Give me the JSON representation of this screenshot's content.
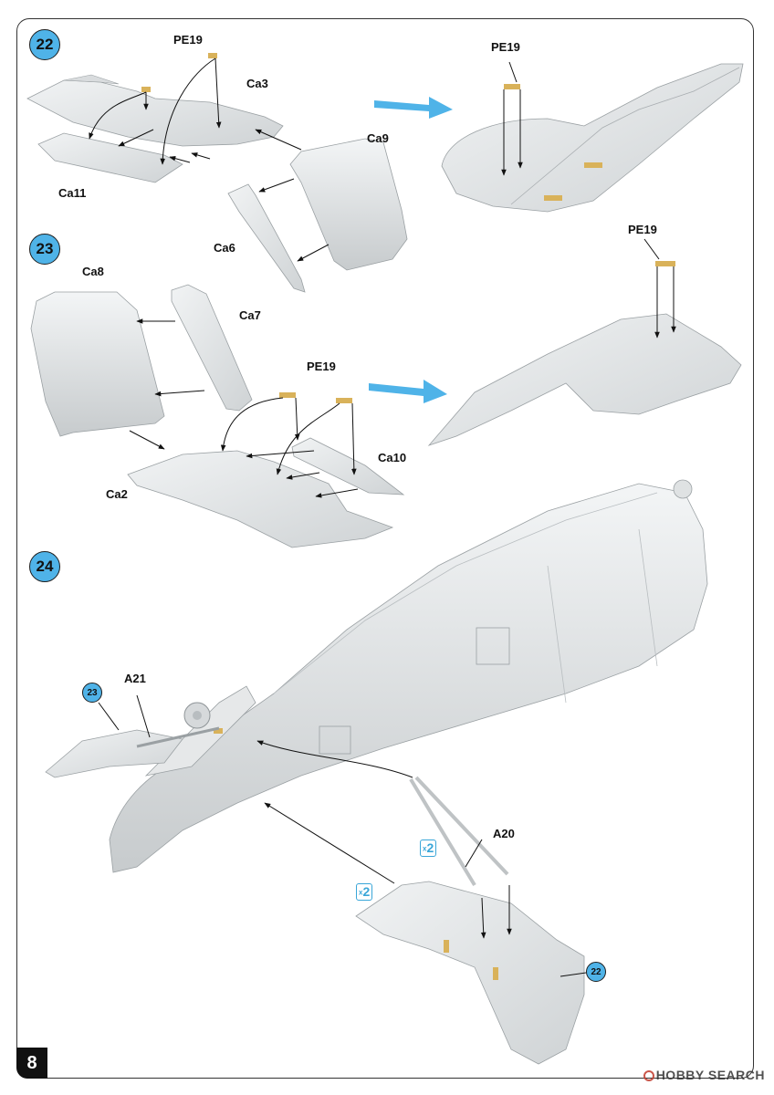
{
  "steps": [
    {
      "id": "step-22",
      "number": "22"
    },
    {
      "id": "step-23",
      "number": "23"
    },
    {
      "id": "step-24",
      "number": "24"
    }
  ],
  "labels": {
    "s22_pe19_a": "PE19",
    "s22_ca3": "Ca3",
    "s22_ca9": "Ca9",
    "s22_ca11": "Ca11",
    "s22_ca6": "Ca6",
    "s22_pe19_b": "PE19",
    "s23_ca8": "Ca8",
    "s23_ca7": "Ca7",
    "s23_pe19_a": "PE19",
    "s23_ca10": "Ca10",
    "s23_ca2": "Ca2",
    "s23_pe19_b": "PE19",
    "s24_a21": "A21",
    "s24_a20": "A20"
  },
  "refs": {
    "ref_23": "23",
    "ref_22": "22"
  },
  "quantities": {
    "q1": "2",
    "q2": "2"
  },
  "page_number": "8",
  "watermark": "HOBBY SEARCH",
  "colors": {
    "part_fill": "#e8eaeb",
    "part_shade": "#c9cdcf",
    "step_blue": "#4fb3e8",
    "arrow_blue": "#4fb3e8",
    "photo_etch": "#d9b25a",
    "line": "#111111"
  }
}
